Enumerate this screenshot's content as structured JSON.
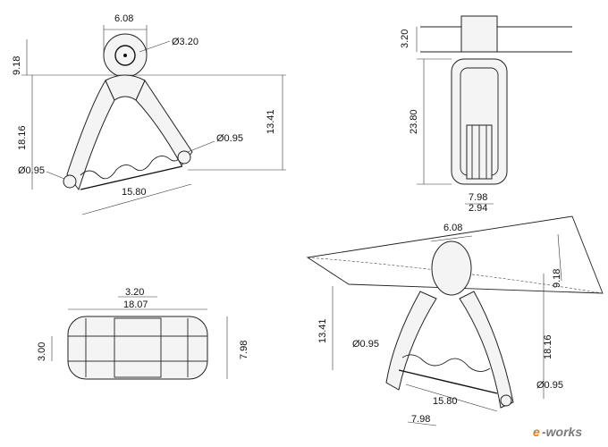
{
  "views": {
    "front": {
      "dims": [
        "6.08",
        "Ø3.20",
        "9.18",
        "18.16",
        "13.41",
        "Ø0.95",
        "Ø0.95",
        "15.80"
      ]
    },
    "side": {
      "dims": [
        "3.20",
        "23.80",
        "7.98",
        "2.94"
      ]
    },
    "top": {
      "dims": [
        "3.20",
        "18.07",
        "3.00",
        "7.98"
      ]
    },
    "iso": {
      "dims": [
        "6.08",
        "9.18",
        "13.41",
        "18.16",
        "Ø0.95",
        "15.80",
        "Ø0.95",
        "7.98"
      ]
    }
  },
  "watermark": {
    "e": "e",
    "rest": "-works"
  }
}
